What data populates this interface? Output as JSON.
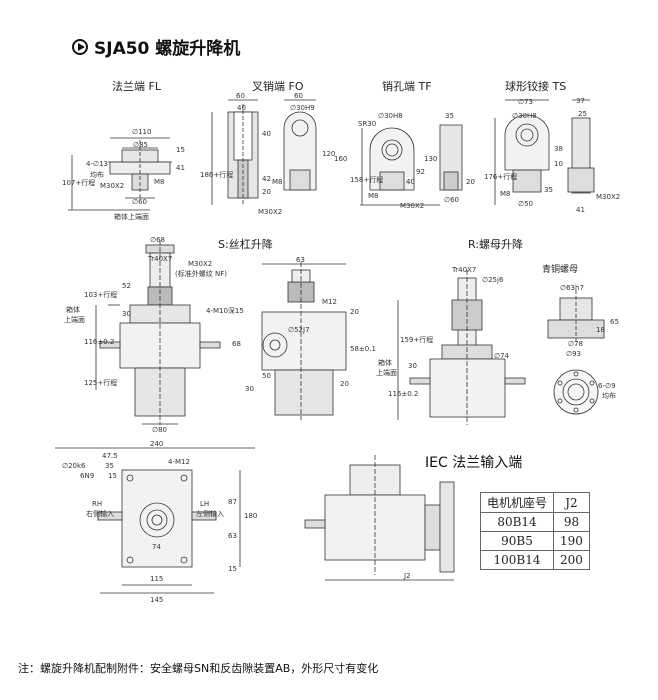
{
  "title": "SJA50 螺旋升降机",
  "end_types": [
    "法兰端 FL",
    "叉销端 FO",
    "销孔端 TF",
    "球形铰接 TS"
  ],
  "screw_lift": "S:丝杠升降",
  "nut_lift": "R:螺母升降",
  "bronze_nut": "青铜螺母",
  "iec_title": "IEC 法兰输入端",
  "motor_table": {
    "headers": [
      "电机机座号",
      "J2"
    ],
    "rows": [
      [
        "80B14",
        "98"
      ],
      [
        "90B5",
        "190"
      ],
      [
        "100B14",
        "200"
      ]
    ]
  },
  "footer": "注：螺旋升降机配制附件：安全螺母SN和反齿隙装置AB，外形尺寸有变化",
  "dims": {
    "fl": [
      "∅110",
      "∅85",
      "4-∅13",
      "均布",
      "15",
      "41",
      "M8",
      "M30X2",
      "∅60",
      "107+行程",
      "箱体上端面"
    ],
    "fo": [
      "60",
      "40",
      "∅30H9",
      "60",
      "120",
      "160",
      "40",
      "42",
      "20",
      "M8",
      "M30X2",
      "186+行程"
    ],
    "tf": [
      "∅30H8",
      "SR30",
      "35",
      "130",
      "92",
      "40",
      "M8",
      "M30X2",
      "∅60",
      "158+行程",
      "20"
    ],
    "ts": [
      "∅73",
      "∅30H8",
      "37",
      "25",
      "38",
      "10",
      "M8",
      "∅50",
      "35",
      "41",
      "M30X2",
      "176+行程"
    ],
    "s": [
      "∅68",
      "Tr40X7",
      "M30X2",
      "(标准外螺纹 NF)",
      "52",
      "103+行程",
      "箱体",
      "上端面",
      "30",
      "116±0.2",
      "125+行程",
      "∅80",
      "63",
      "4-M10深15",
      "M12",
      "20",
      "∅52J7",
      "68",
      "58±0.1",
      "50",
      "30",
      "20"
    ],
    "r": [
      "Tr40X7",
      "∅25j6",
      "159+行程",
      "∅74",
      "箱体",
      "上端面",
      "30",
      "116±0.2",
      "∅63h7",
      "65",
      "18",
      "∅78",
      "∅93",
      "6-∅9",
      "均布"
    ],
    "bottom": [
      "240",
      "47.5",
      "35",
      "15",
      "4-M12",
      "∅20k6",
      "6N9",
      "RH",
      "右侧输入",
      "LH",
      "左侧输入",
      "87",
      "180",
      "63",
      "74",
      "115",
      "145",
      "15",
      "J2"
    ]
  }
}
